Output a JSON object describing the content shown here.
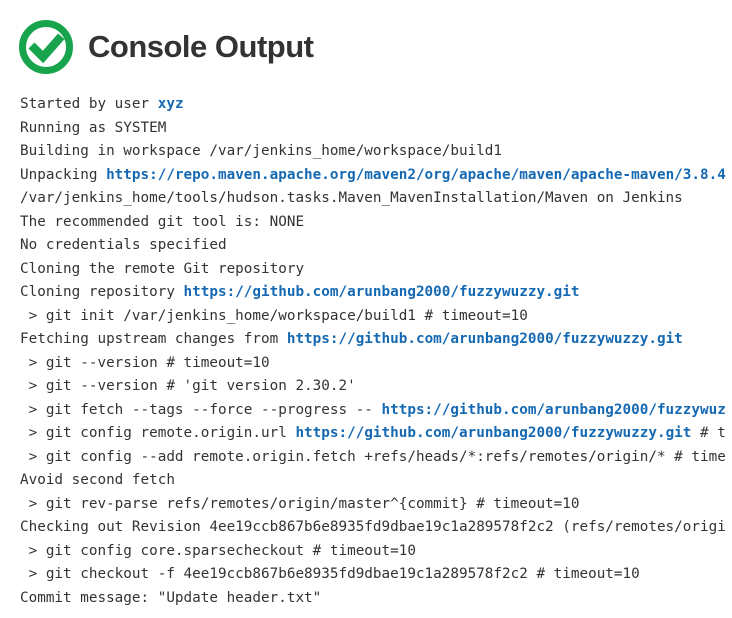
{
  "header": {
    "title": "Console Output",
    "status": "success",
    "status_icon": "check-circle",
    "status_color": "#18a44c"
  },
  "colors": {
    "background": "#ffffff",
    "text": "#333333",
    "link": "#1569b3",
    "success_green": "#18a44c"
  },
  "console": {
    "lines": [
      {
        "segments": [
          {
            "type": "text",
            "value": "Started by user "
          },
          {
            "type": "link",
            "value": "xyz"
          }
        ]
      },
      {
        "segments": [
          {
            "type": "text",
            "value": "Running as SYSTEM"
          }
        ]
      },
      {
        "segments": [
          {
            "type": "text",
            "value": "Building in workspace /var/jenkins_home/workspace/build1"
          }
        ]
      },
      {
        "segments": [
          {
            "type": "text",
            "value": "Unpacking "
          },
          {
            "type": "link",
            "value": "https://repo.maven.apache.org/maven2/org/apache/maven/apache-maven/3.8.4"
          }
        ]
      },
      {
        "segments": [
          {
            "type": "text",
            "value": "/var/jenkins_home/tools/hudson.tasks.Maven_MavenInstallation/Maven on Jenkins"
          }
        ]
      },
      {
        "segments": [
          {
            "type": "text",
            "value": "The recommended git tool is: NONE"
          }
        ]
      },
      {
        "segments": [
          {
            "type": "text",
            "value": "No credentials specified"
          }
        ]
      },
      {
        "segments": [
          {
            "type": "text",
            "value": "Cloning the remote Git repository"
          }
        ]
      },
      {
        "segments": [
          {
            "type": "text",
            "value": "Cloning repository "
          },
          {
            "type": "link",
            "value": "https://github.com/arunbang2000/fuzzywuzzy.git"
          }
        ]
      },
      {
        "segments": [
          {
            "type": "text",
            "value": " > git init /var/jenkins_home/workspace/build1 # timeout=10"
          }
        ]
      },
      {
        "segments": [
          {
            "type": "text",
            "value": "Fetching upstream changes from "
          },
          {
            "type": "link",
            "value": "https://github.com/arunbang2000/fuzzywuzzy.git"
          }
        ]
      },
      {
        "segments": [
          {
            "type": "text",
            "value": " > git --version # timeout=10"
          }
        ]
      },
      {
        "segments": [
          {
            "type": "text",
            "value": " > git --version # 'git version 2.30.2'"
          }
        ]
      },
      {
        "segments": [
          {
            "type": "text",
            "value": " > git fetch --tags --force --progress -- "
          },
          {
            "type": "link",
            "value": "https://github.com/arunbang2000/fuzzywuz"
          }
        ]
      },
      {
        "segments": [
          {
            "type": "text",
            "value": " > git config remote.origin.url "
          },
          {
            "type": "link",
            "value": "https://github.com/arunbang2000/fuzzywuzzy.git"
          },
          {
            "type": "text",
            "value": " # t"
          }
        ]
      },
      {
        "segments": [
          {
            "type": "text",
            "value": " > git config --add remote.origin.fetch +refs/heads/*:refs/remotes/origin/* # time"
          }
        ]
      },
      {
        "segments": [
          {
            "type": "text",
            "value": "Avoid second fetch"
          }
        ]
      },
      {
        "segments": [
          {
            "type": "text",
            "value": " > git rev-parse refs/remotes/origin/master^{commit} # timeout=10"
          }
        ]
      },
      {
        "segments": [
          {
            "type": "text",
            "value": "Checking out Revision 4ee19ccb867b6e8935fd9dbae19c1a289578f2c2 (refs/remotes/origi"
          }
        ]
      },
      {
        "segments": [
          {
            "type": "text",
            "value": " > git config core.sparsecheckout # timeout=10"
          }
        ]
      },
      {
        "segments": [
          {
            "type": "text",
            "value": " > git checkout -f 4ee19ccb867b6e8935fd9dbae19c1a289578f2c2 # timeout=10"
          }
        ]
      },
      {
        "segments": [
          {
            "type": "text",
            "value": "Commit message: \"Update header.txt\""
          }
        ]
      }
    ]
  }
}
